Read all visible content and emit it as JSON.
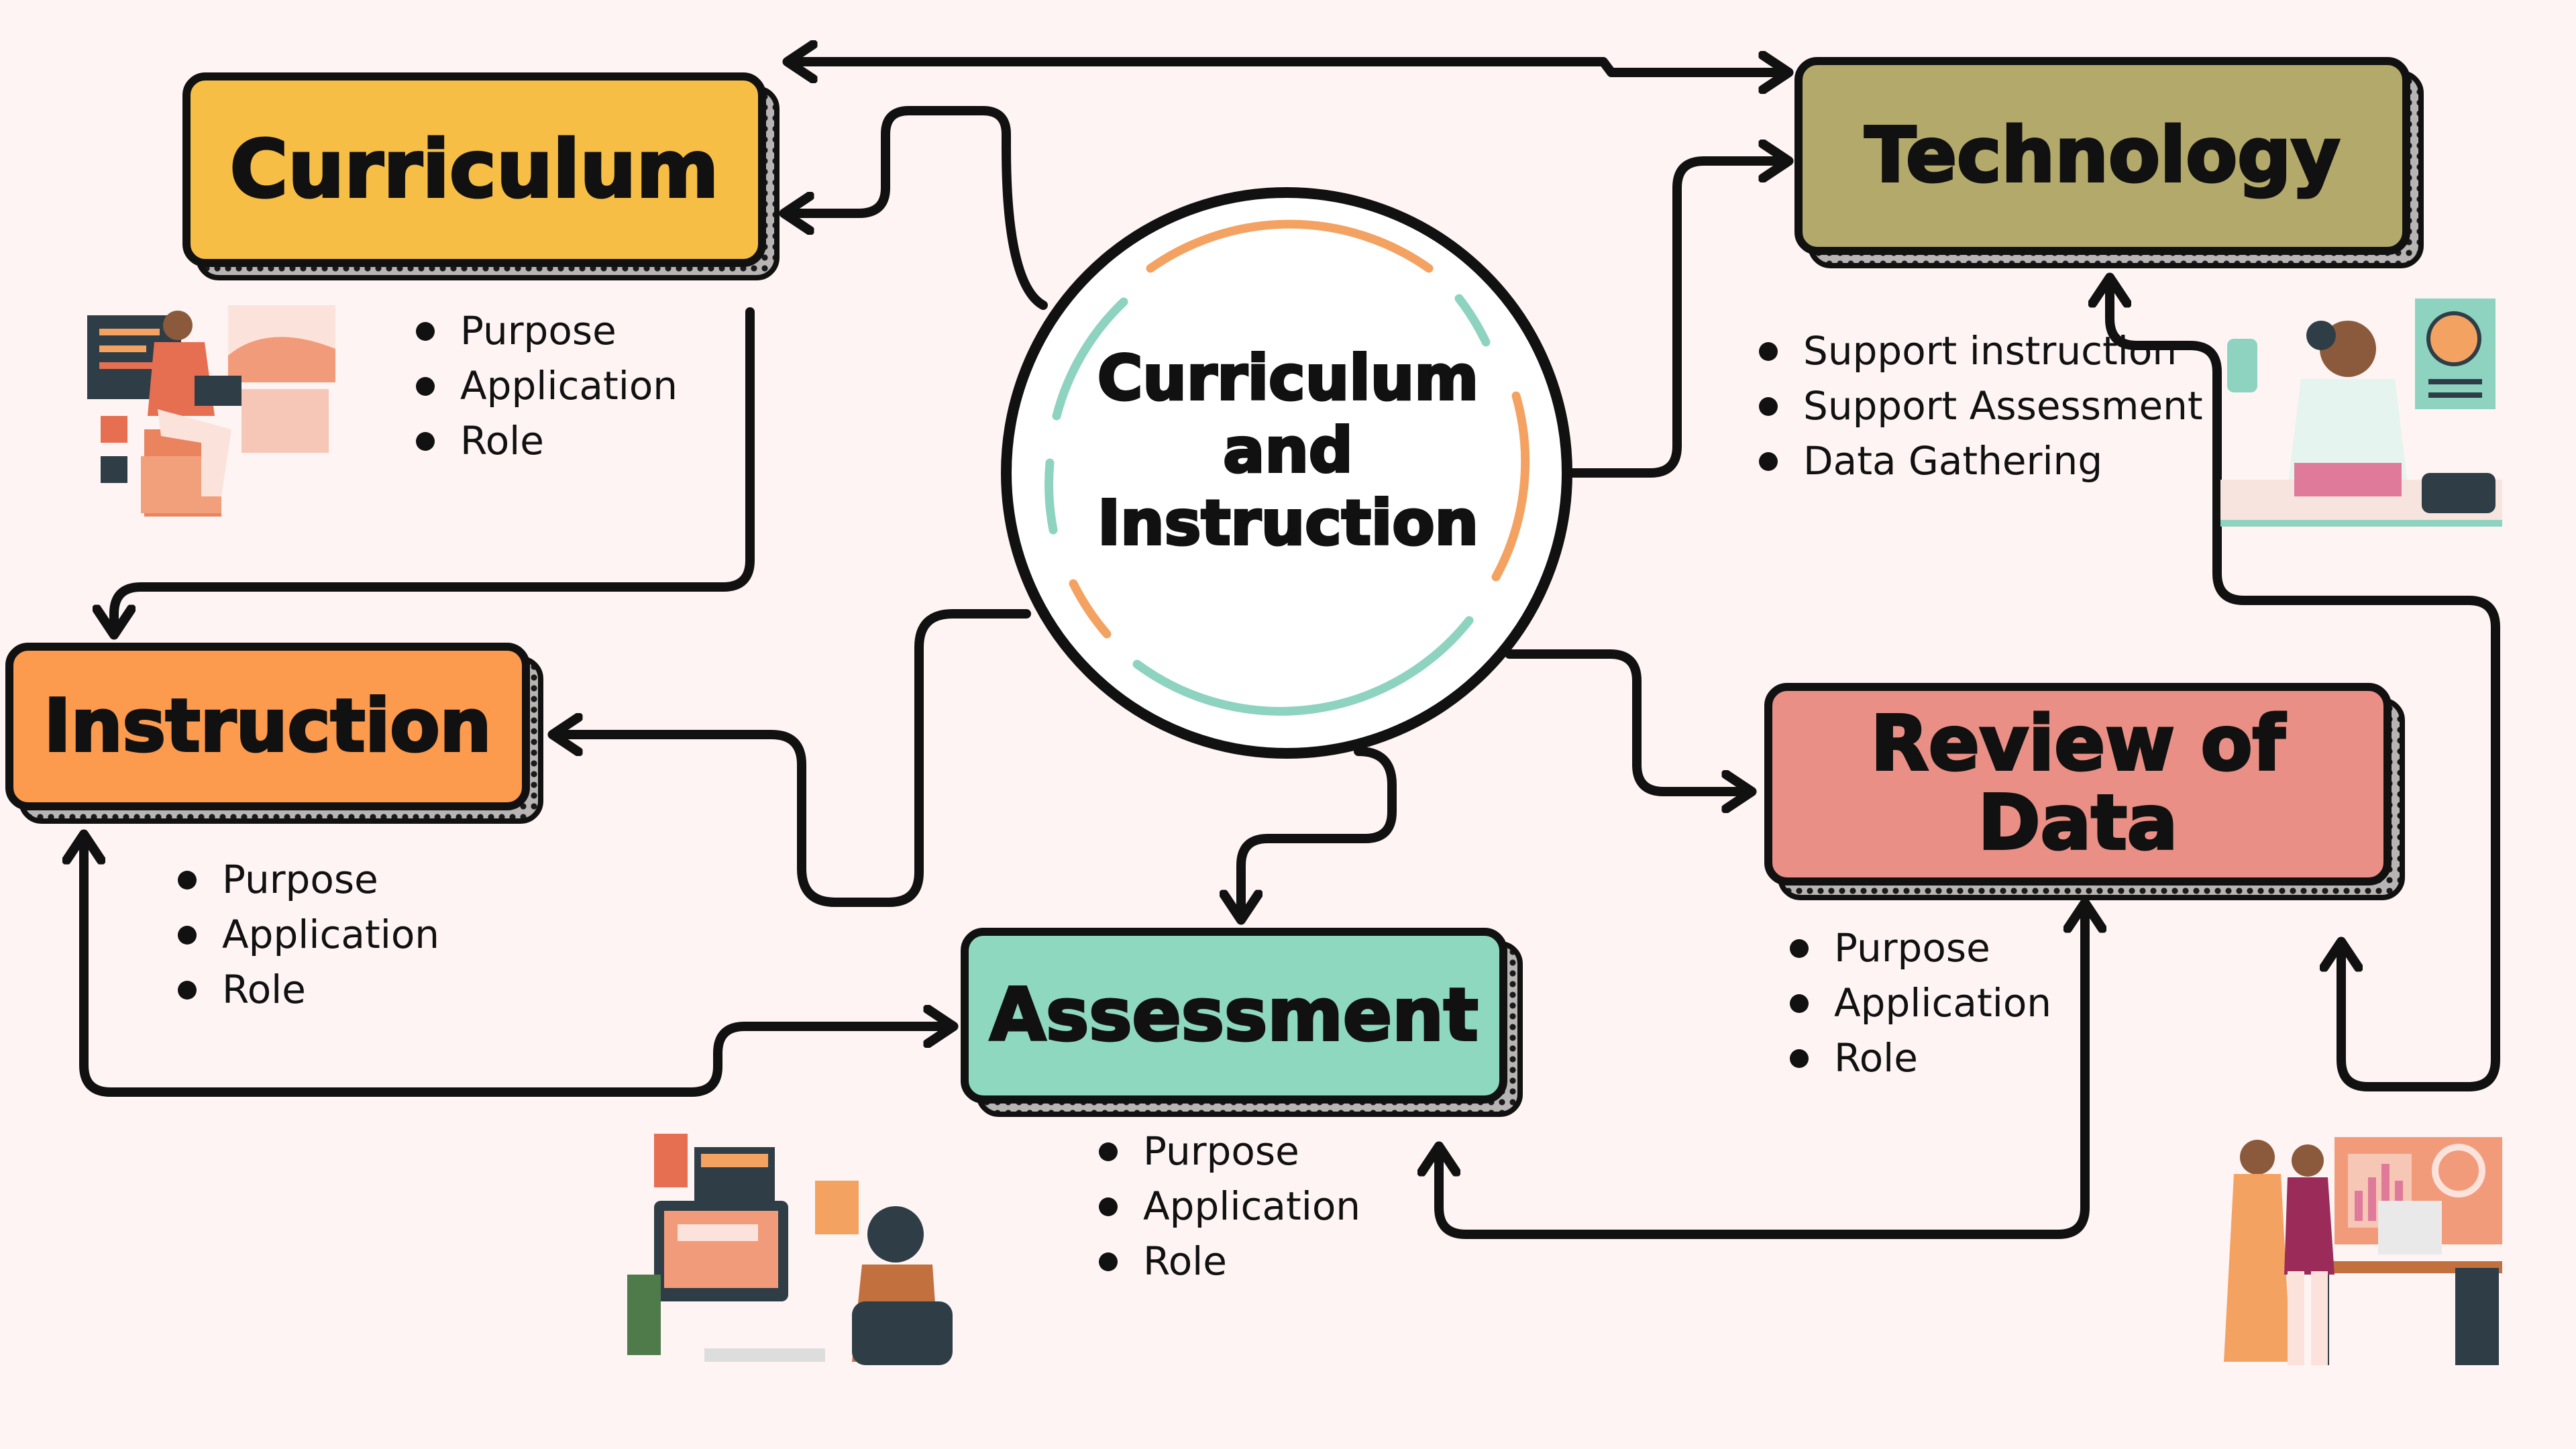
{
  "center": {
    "line1": "Curriculum",
    "line2": "and",
    "line3": "Instruction"
  },
  "nodes": {
    "curriculum": {
      "title": "Curriculum",
      "color": "#f7be45",
      "bullets": [
        "Purpose",
        "Application",
        "Role"
      ]
    },
    "technology": {
      "title": "Technology",
      "color": "#b3a96a",
      "bullets": [
        "Support instruction",
        "Support Assessment",
        "Data Gathering"
      ]
    },
    "instruction": {
      "title": "Instruction",
      "color": "#fc9a4e",
      "bullets": [
        "Purpose",
        "Application",
        "Role"
      ]
    },
    "review": {
      "title_line1": "Review of",
      "title_line2": "Data",
      "color": "#e98f85",
      "bullets": [
        "Purpose",
        "Application",
        "Role"
      ]
    },
    "assessment": {
      "title": "Assessment",
      "color": "#8dd8bf",
      "bullets": [
        "Purpose",
        "Application",
        "Role"
      ]
    }
  },
  "colors": {
    "background": "#fdf4f3",
    "ring_orange": "#f4a261",
    "ring_teal": "#8dd3c0",
    "line": "#111111"
  },
  "icons": [
    "person-laptop-illustration",
    "scientist-lab-illustration",
    "person-computer-illustration",
    "team-presentation-illustration"
  ]
}
